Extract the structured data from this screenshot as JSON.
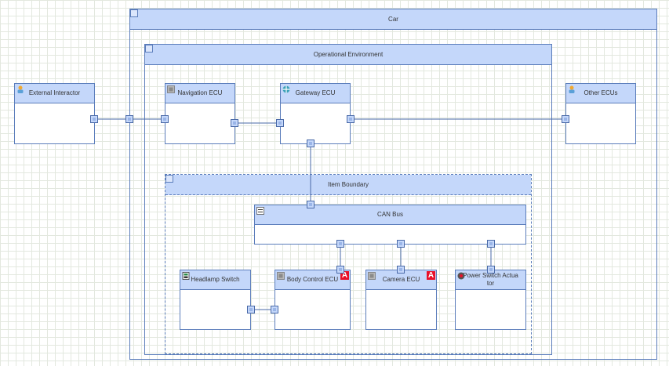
{
  "diagram": {
    "frames": {
      "car": "Car",
      "operational_environment": "Operational Environment",
      "item_boundary": "Item Boundary"
    },
    "blocks": {
      "external_interactor": {
        "label": "External Interactor",
        "icon": "actor-icon"
      },
      "navigation_ecu": {
        "label": "Navigation ECU",
        "icon": "ecu-icon"
      },
      "gateway_ecu": {
        "label": "Gateway ECU",
        "icon": "gateway-icon"
      },
      "other_ecus": {
        "label": "Other ECUs",
        "icon": "actor-icon"
      },
      "can_bus": {
        "label": "CAN Bus",
        "icon": "bus-icon"
      },
      "headlamp_switch": {
        "label": "Headlamp Switch",
        "icon": "switch-icon"
      },
      "body_control_ecu": {
        "label": "Body Control ECU",
        "icon": "ecu-icon",
        "badge": "A"
      },
      "camera_ecu": {
        "label": "Camera ECU",
        "icon": "ecu-icon",
        "badge": "A"
      },
      "power_switch_actuator": {
        "label": "Power Switch Actua tor",
        "icon": "actuator-icon"
      }
    },
    "colors": {
      "header_fill": "#c4d7fa",
      "border": "#5b7dbb",
      "connector": "#4a6aa8",
      "badge": "#e8102a"
    }
  }
}
